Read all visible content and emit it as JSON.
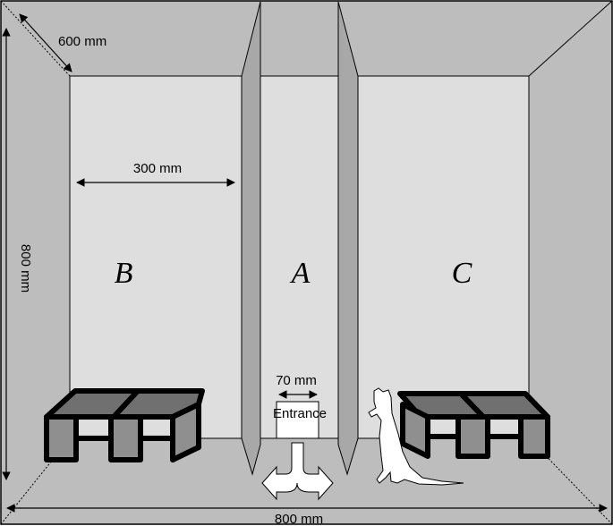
{
  "dimensions": {
    "depth": "600 mm",
    "compartment_width": "300 mm",
    "height": "800 mm",
    "width": "800 mm",
    "entrance_width": "70 mm"
  },
  "compartments": {
    "left": "B",
    "center": "A",
    "right": "C"
  },
  "entrance_label": "Entrance",
  "colors": {
    "outer_wall": "#bdbdbd",
    "back_wall": "#dedede",
    "partition": "#a8a8a8",
    "stool_top": "#707070",
    "stool_side": "#8f8f8f",
    "outline": "#000000"
  },
  "icons": {
    "animal": "ferret-silhouette-icon",
    "entry_arrow": "three-way-arrow-icon"
  }
}
